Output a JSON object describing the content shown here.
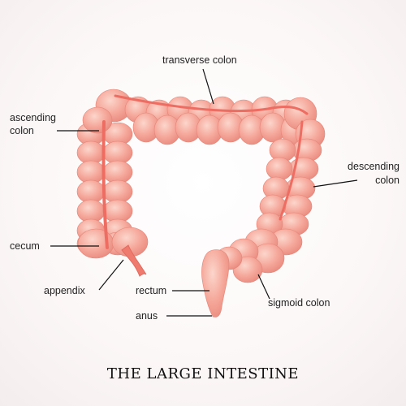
{
  "title": "THE LARGE INTESTINE",
  "labels": {
    "transverse_colon": "transverse colon",
    "ascending_colon_line1": "ascending",
    "ascending_colon_line2": "colon",
    "descending_colon_line1": "descending",
    "descending_colon_line2": "colon",
    "cecum": "cecum",
    "appendix": "appendix",
    "rectum": "rectum",
    "anus": "anus",
    "sigmoid_colon": "sigmoid colon"
  },
  "colors": {
    "segment_fill": "#f4a89c",
    "segment_highlight": "#fcd0c6",
    "segment_shadow": "#e88578",
    "band": "#ee6d63"
  }
}
